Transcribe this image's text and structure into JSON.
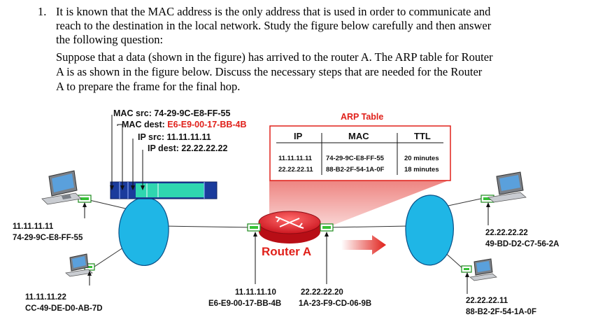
{
  "question": {
    "number": "1.",
    "lines": [
      "It is known that the MAC address is the only address that is used in order to communicate and",
      "reach to the destination in the local network. Study the figure below carefully and then answer",
      "the following question:",
      "Suppose that a data (shown in the figure) has arrived to the router A. The ARP table for Router",
      "A is as shown in the figure below. Discuss the necessary steps that are needed for the Router",
      "A to prepare the frame for the final hop."
    ]
  },
  "frame_labels": {
    "mac_src": "MAC src: 74-29-9C-E8-FF-55",
    "mac_dest_prefix": "MAC dest: ",
    "mac_dest_value": "E6-E9-00-17-BB-4B",
    "ip_src": "IP src: 11.11.11.11",
    "ip_dest": "IP dest: 22.22.22.22"
  },
  "arp_table": {
    "title": "ARP Table",
    "headers": [
      "IP",
      "MAC",
      "TTL"
    ],
    "rows": [
      [
        "11.11.11.11",
        "74-29-9C-E8-FF-55",
        "20 minutes"
      ],
      [
        "22.22.22.11",
        "88-B2-2F-54-1A-0F",
        "18 minutes"
      ]
    ]
  },
  "router": {
    "name": "Router A",
    "left_ip": "11.11.11.10",
    "left_mac": "E6-E9-00-17-BB-4B",
    "right_ip": "22.22.22.20",
    "right_mac": "1A-23-F9-CD-06-9B"
  },
  "hosts": {
    "h1_ip": "11.11.11.11",
    "h1_mac": "74-29-9C-E8-FF-55",
    "h2_ip": "11.11.11.22",
    "h2_mac": "CC-49-DE-D0-AB-7D",
    "h3_ip": "22.22.22.22",
    "h3_mac": "49-BD-D2-C7-56-2A",
    "h4_ip": "22.22.22.11",
    "h4_mac": "88-B2-2F-54-1A-0F"
  },
  "colors": {
    "cloud": "#1fb6e6",
    "frame": "#1a3b9c",
    "frame_payload": "#2fd6b0",
    "router": "#e8212a",
    "adapter": "#36c236",
    "arp_border": "#e0201a",
    "highlight": "#e0201a"
  }
}
